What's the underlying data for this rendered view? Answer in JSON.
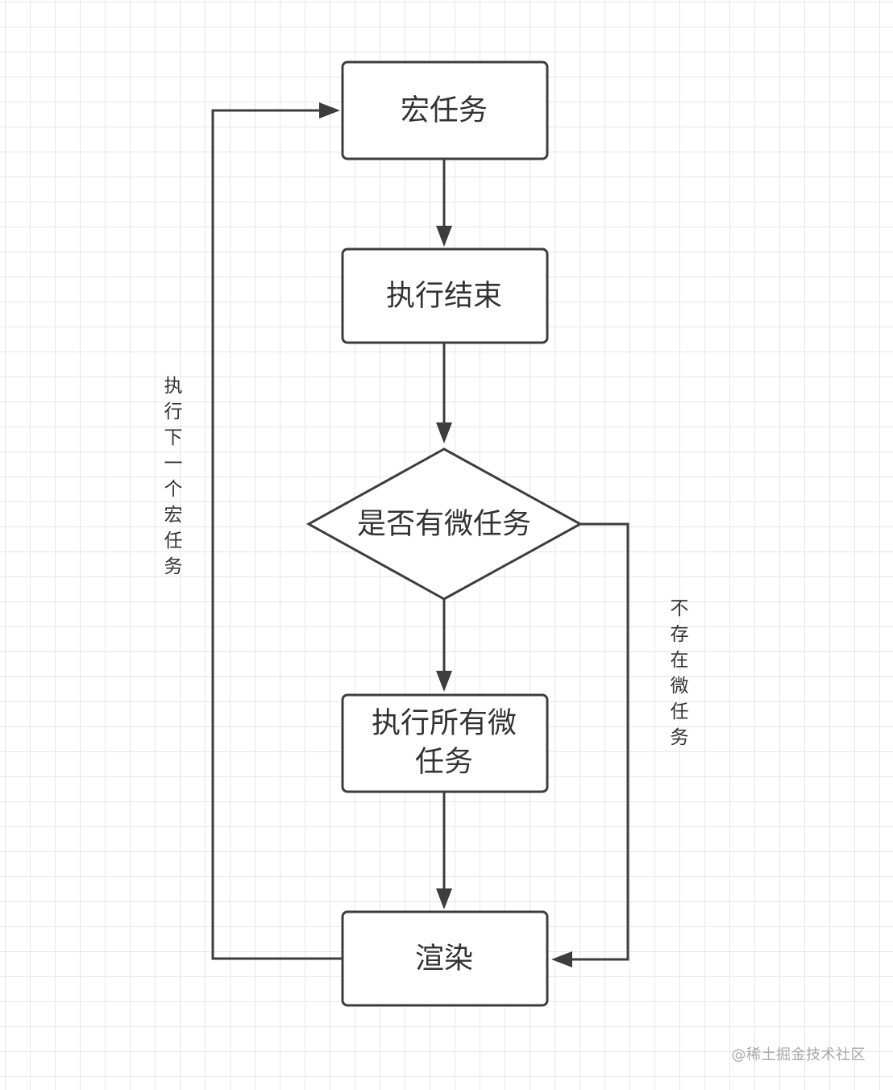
{
  "diagram": {
    "nodes": {
      "macrotask": {
        "label": "宏任务"
      },
      "execution_end": {
        "label": "执行结束"
      },
      "has_microtask": {
        "label": "是否有微任务"
      },
      "run_microtasks": {
        "lines": [
          "执行所有微",
          "任务"
        ]
      },
      "render": {
        "label": "渲染"
      }
    },
    "edge_labels": {
      "next_macrotask": {
        "chars": [
          "执",
          "行",
          "下",
          "一",
          "个",
          "宏",
          "任",
          "务"
        ]
      },
      "no_microtask": {
        "chars": [
          "不",
          "存",
          "在",
          "微",
          "任",
          "务"
        ]
      }
    },
    "colors": {
      "stroke": "#3d3d3d",
      "text": "#333333",
      "node_fill": "#ffffff"
    }
  },
  "watermark": "@稀土掘金技术社区"
}
